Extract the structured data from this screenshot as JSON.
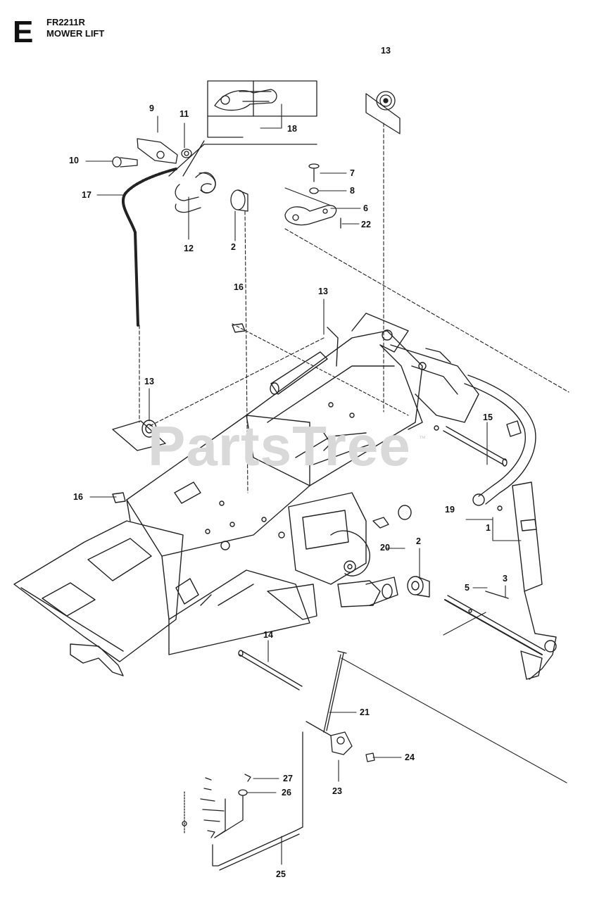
{
  "header": {
    "section_letter": "E",
    "model": "FR2211R",
    "title": "MOWER LIFT"
  },
  "watermark": {
    "text": "PartsTree",
    "tm": "™"
  },
  "callouts": {
    "c13_top": "13",
    "c18": "18",
    "c9": "9",
    "c11": "11",
    "c10": "10",
    "c17": "17",
    "c12": "12",
    "c2_top": "2",
    "c7": "7",
    "c8": "8",
    "c6": "6",
    "c22": "22",
    "c16_top": "16",
    "c13_mid": "13",
    "c13_left": "13",
    "c16_left": "16",
    "c15": "15",
    "c19": "19",
    "c1": "1",
    "c20": "20",
    "c2_mid": "2",
    "c5": "5",
    "c3": "3",
    "c14": "14",
    "c21": "21",
    "c24": "24",
    "c23": "23",
    "c27": "27",
    "c26": "26",
    "c25": "25"
  }
}
